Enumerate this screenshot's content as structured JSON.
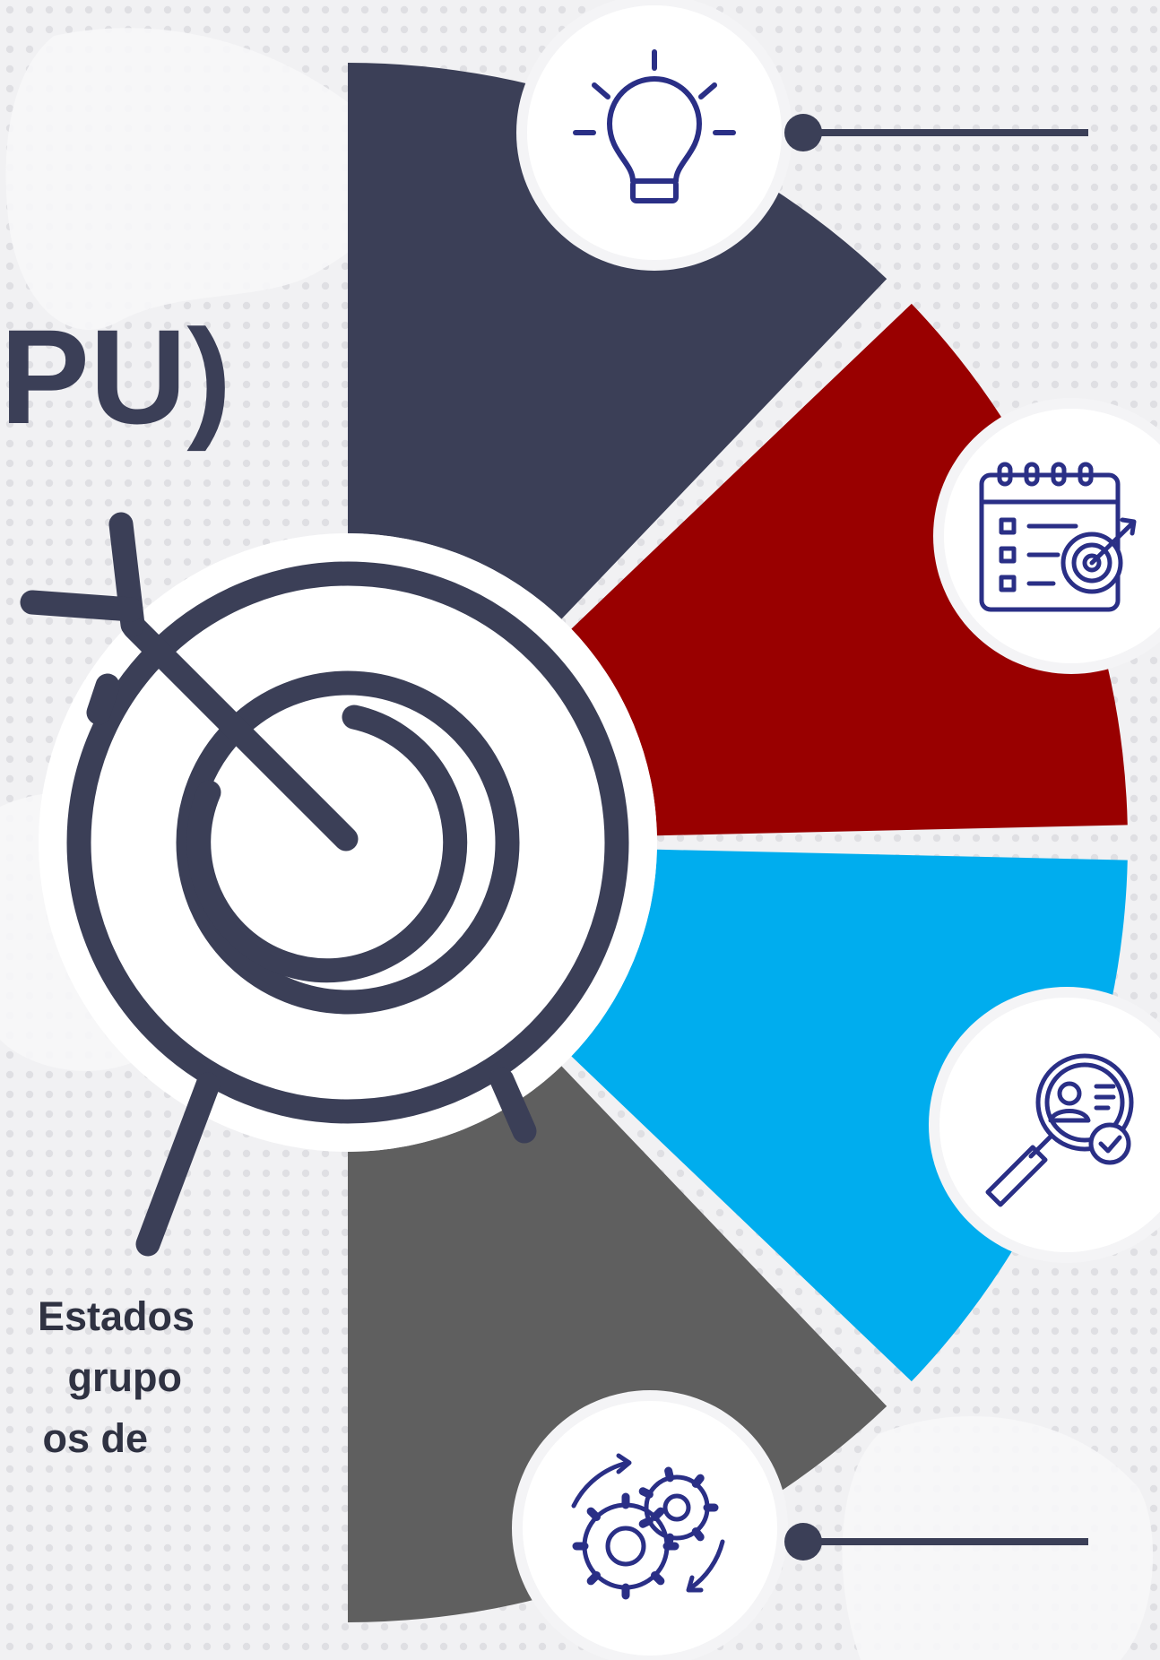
{
  "heading": {
    "fragment": "PU)"
  },
  "body_text": {
    "lines": [
      "Estados",
      "grupo",
      "os de"
    ]
  },
  "colors": {
    "background": "#f1f1f3",
    "dots": "#dcdce0",
    "navy": "#3b3f57",
    "red": "#990000",
    "blue": "#00adee",
    "gray": "#5f5f5f",
    "icon_line": "#2a2f86",
    "white": "#ffffff"
  },
  "segments": [
    {
      "id": "segment-1",
      "color_key": "navy",
      "icon": "lightbulb-icon"
    },
    {
      "id": "segment-2",
      "color_key": "red",
      "icon": "checklist-target-icon"
    },
    {
      "id": "segment-3",
      "color_key": "blue",
      "icon": "profile-search-check-icon"
    },
    {
      "id": "segment-4",
      "color_key": "gray",
      "icon": "gears-cycle-icon"
    }
  ],
  "center_icon": "target-arrow-icon",
  "connectors": [
    "top-connector",
    "bottom-connector"
  ]
}
